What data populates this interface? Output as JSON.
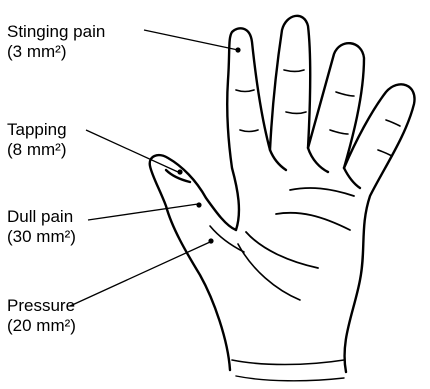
{
  "labels": [
    {
      "id": "stinging",
      "title": "Stinging pain",
      "area": "(3 mm²)"
    },
    {
      "id": "tapping",
      "title": "Tapping",
      "area": "(8 mm²)"
    },
    {
      "id": "dull",
      "title": "Dull pain",
      "area": "(30 mm²)"
    },
    {
      "id": "pressure",
      "title": "Pressure",
      "area": "(20 mm²)"
    }
  ],
  "colors": {
    "ink": "#000000",
    "paper": "#ffffff"
  }
}
